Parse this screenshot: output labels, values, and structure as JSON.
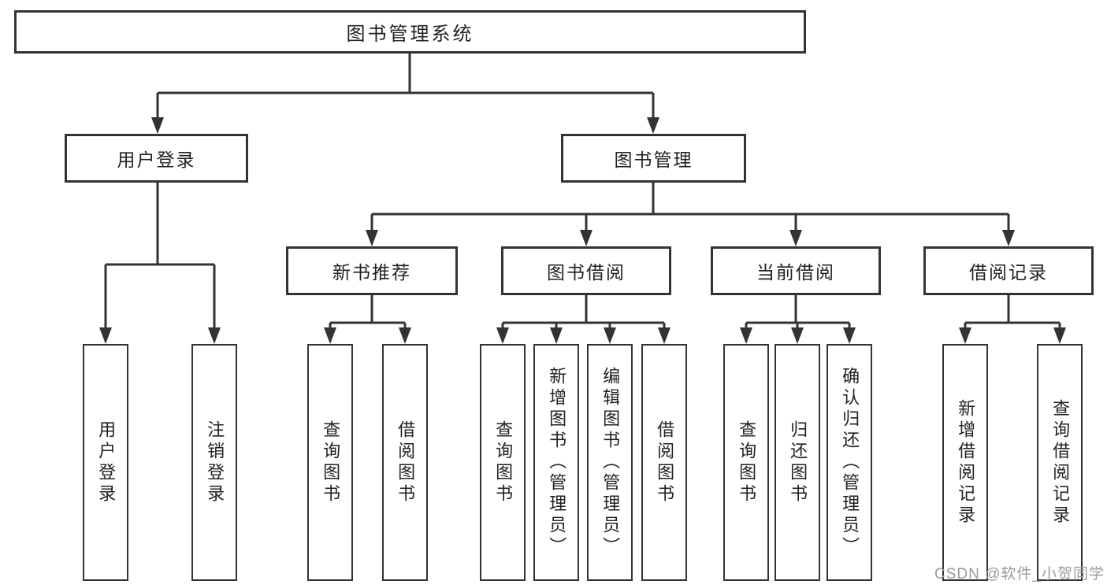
{
  "tree": {
    "label": "图书管理系统",
    "children": [
      {
        "label": "用户登录",
        "children": [
          {
            "label": "用户登录"
          },
          {
            "label": "注销登录"
          }
        ]
      },
      {
        "label": "图书管理",
        "children": [
          {
            "label": "新书推荐",
            "children": [
              {
                "label": "查询图书"
              },
              {
                "label": "借阅图书"
              }
            ]
          },
          {
            "label": "图书借阅",
            "children": [
              {
                "label": "查询图书"
              },
              {
                "label": "新增图书（管理员）"
              },
              {
                "label": "编辑图书（管理员）"
              },
              {
                "label": "借阅图书"
              }
            ]
          },
          {
            "label": "当前借阅",
            "children": [
              {
                "label": "查询图书"
              },
              {
                "label": "归还图书"
              },
              {
                "label": "确认归还（管理员）"
              }
            ]
          },
          {
            "label": "借阅记录",
            "children": [
              {
                "label": "新增借阅记录"
              },
              {
                "label": "查询借阅记录"
              }
            ]
          }
        ]
      }
    ]
  },
  "watermark": {
    "text": "CSDN @软件_小贺同学"
  },
  "colors": {
    "line": "#333333",
    "text": "#222222",
    "background": "#ffffff",
    "watermark": "#9b9b9b"
  }
}
